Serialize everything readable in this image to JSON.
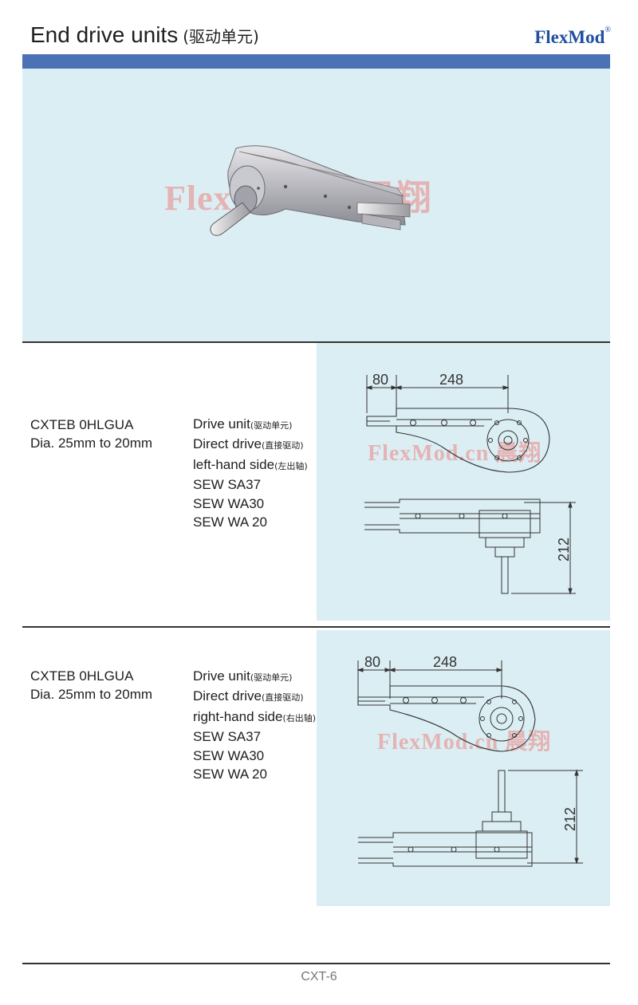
{
  "header": {
    "title": "End drive units",
    "title_cn": "(驱动单元)",
    "brand": "FlexMod",
    "brand_mark": "®"
  },
  "hero": {
    "watermark": "FlexMod.cn 晨翔"
  },
  "sections": [
    {
      "code": "CXTEB 0HLGUA",
      "dia": "Dia. 25mm to 20mm",
      "lines": [
        {
          "en": "Drive unit",
          "cn": "(驱动单元)"
        },
        {
          "en": "Direct drive",
          "cn": "(直接驱动)"
        },
        {
          "en": "left-hand side",
          "cn": "(左出轴)"
        },
        {
          "en": "SEW SA37",
          "cn": ""
        },
        {
          "en": "SEW WA30",
          "cn": ""
        },
        {
          "en": "SEW WA 20",
          "cn": ""
        }
      ],
      "dims": {
        "a": "80",
        "b": "248",
        "h": "212"
      },
      "watermark": "FlexMod.cn 晨翔"
    },
    {
      "code": "CXTEB 0HLGUA",
      "dia": "Dia. 25mm to 20mm",
      "lines": [
        {
          "en": "Drive unit",
          "cn": "(驱动单元)"
        },
        {
          "en": "Direct drive",
          "cn": "(直接驱动)"
        },
        {
          "en": "right-hand side",
          "cn": "(右出轴)"
        },
        {
          "en": "SEW SA37",
          "cn": ""
        },
        {
          "en": "SEW WA30",
          "cn": ""
        },
        {
          "en": "SEW WA 20",
          "cn": ""
        }
      ],
      "dims": {
        "a": "80",
        "b": "248",
        "h": "212"
      },
      "watermark": "FlexMod.cn 晨翔"
    }
  ],
  "footer": {
    "page": "CXT-6"
  }
}
